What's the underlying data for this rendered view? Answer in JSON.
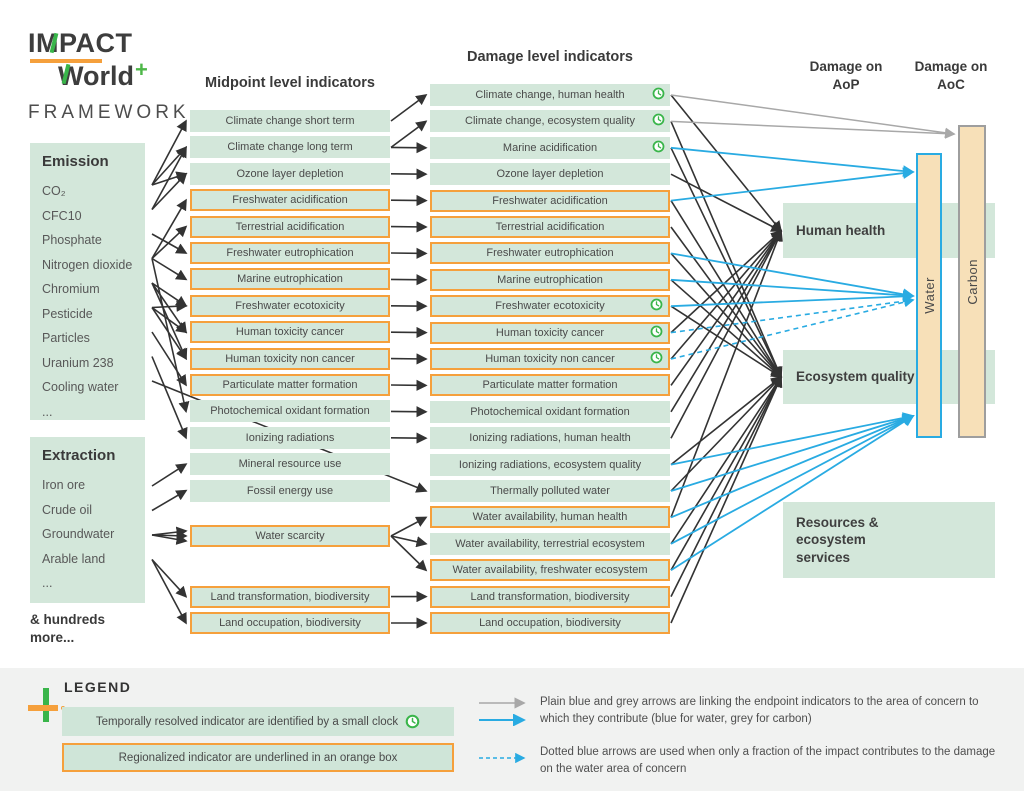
{
  "logo": {
    "line1": "IMPACT",
    "line2": "World",
    "plus": "+",
    "subtitle": "FRAMEWORK"
  },
  "headers": {
    "midpoint": "Midpoint level indicators",
    "damage": "Damage level indicators",
    "aop": "Damage on AoP",
    "aoc": "Damage on AoC"
  },
  "emission": {
    "title": "Emission",
    "items": [
      "CO₂",
      "CFC10",
      "Phosphate",
      "Nitrogen dioxide",
      "Chromium",
      "Pesticide",
      "Particles",
      "Uranium 238",
      "Cooling water",
      "..."
    ]
  },
  "extraction": {
    "title": "Extraction",
    "items": [
      "Iron ore",
      "Crude oil",
      "Groundwater",
      "Arable land",
      "..."
    ],
    "footnote": "& hundreds more..."
  },
  "midpoint_rows": [
    {
      "label": "Climate change short term",
      "regionalized": false
    },
    {
      "label": "Climate change long term",
      "regionalized": false
    },
    {
      "label": "Ozone layer depletion",
      "regionalized": false
    },
    {
      "label": "Freshwater acidification",
      "regionalized": true
    },
    {
      "label": "Terrestrial acidification",
      "regionalized": true
    },
    {
      "label": "Freshwater eutrophication",
      "regionalized": true
    },
    {
      "label": "Marine eutrophication",
      "regionalized": true
    },
    {
      "label": "Freshwater ecotoxicity",
      "regionalized": true
    },
    {
      "label": "Human toxicity cancer",
      "regionalized": true
    },
    {
      "label": "Human toxicity non cancer",
      "regionalized": true
    },
    {
      "label": "Particulate matter formation",
      "regionalized": true
    },
    {
      "label": "Photochemical oxidant formation",
      "regionalized": false
    },
    {
      "label": "Ionizing radiations",
      "regionalized": false
    },
    {
      "label": "Mineral resource use",
      "regionalized": false
    },
    {
      "label": "Fossil energy use",
      "regionalized": false
    },
    {
      "label": "Water scarcity",
      "regionalized": true
    },
    {
      "label": "Land transformation, biodiversity",
      "regionalized": true
    },
    {
      "label": "Land occupation, biodiversity",
      "regionalized": true
    }
  ],
  "damage_rows": [
    {
      "label": "Climate change, human health",
      "regionalized": false,
      "clock": true
    },
    {
      "label": "Climate change, ecosystem quality",
      "regionalized": false,
      "clock": true
    },
    {
      "label": "Marine acidification",
      "regionalized": false,
      "clock": true
    },
    {
      "label": "Ozone layer depletion",
      "regionalized": false,
      "clock": false
    },
    {
      "label": "Freshwater acidification",
      "regionalized": true,
      "clock": false
    },
    {
      "label": "Terrestrial acidification",
      "regionalized": true,
      "clock": false
    },
    {
      "label": "Freshwater eutrophication",
      "regionalized": true,
      "clock": false
    },
    {
      "label": "Marine eutrophication",
      "regionalized": true,
      "clock": false
    },
    {
      "label": "Freshwater ecotoxicity",
      "regionalized": true,
      "clock": true
    },
    {
      "label": "Human toxicity cancer",
      "regionalized": true,
      "clock": true
    },
    {
      "label": "Human toxicity non cancer",
      "regionalized": true,
      "clock": true
    },
    {
      "label": "Particulate matter formation",
      "regionalized": true,
      "clock": false
    },
    {
      "label": "Photochemical oxidant formation",
      "regionalized": false,
      "clock": false
    },
    {
      "label": "Ionizing radiations, human health",
      "regionalized": false,
      "clock": false
    },
    {
      "label": "Ionizing radiations, ecosystem quality",
      "regionalized": false,
      "clock": false
    },
    {
      "label": "Thermally polluted water",
      "regionalized": false,
      "clock": false
    },
    {
      "label": "Water availability, human health",
      "regionalized": true,
      "clock": false
    },
    {
      "label": "Water availability, terrestrial ecosystem",
      "regionalized": false,
      "clock": false
    },
    {
      "label": "Water availability, freshwater ecosystem",
      "regionalized": true,
      "clock": false
    },
    {
      "label": "Land transformation, biodiversity",
      "regionalized": true,
      "clock": false
    },
    {
      "label": "Land occupation, biodiversity",
      "regionalized": true,
      "clock": false
    }
  ],
  "aop": {
    "human_health": "Human health",
    "ecosystem_quality": "Ecosystem quality",
    "resources": "Resources & ecosystem services"
  },
  "aoc": {
    "water": "Water",
    "carbon": "Carbon"
  },
  "legend": {
    "title": "LEGEND",
    "temporal": "Temporally resolved indicator are identified by a small clock",
    "regional": "Regionalized indicator are underlined in an orange box",
    "plain_arrows": "Plain blue and grey arrows are linking the endpoint indicators to the area of concern to which they contribute (blue for water, grey for carbon)",
    "dotted_arrows": "Dotted blue arrows are used when only a fraction of the impact contributes to the damage on the water area of concern"
  },
  "colors": {
    "box_green": "#d3e7da",
    "orange": "#f5a03c",
    "blue": "#29abe2",
    "grey_arrow": "#a8a8a8",
    "black_arrow": "#333333",
    "wheat": "#f7e0b8",
    "clock_green": "#39b54a"
  },
  "links": {
    "emission_to_midpoint": [
      [
        0,
        0
      ],
      [
        0,
        1
      ],
      [
        0,
        2
      ],
      [
        1,
        1
      ],
      [
        1,
        2
      ],
      [
        2,
        5
      ],
      [
        3,
        3
      ],
      [
        3,
        4
      ],
      [
        3,
        6
      ],
      [
        3,
        11
      ],
      [
        4,
        7
      ],
      [
        4,
        8
      ],
      [
        4,
        9
      ],
      [
        5,
        7
      ],
      [
        5,
        8
      ],
      [
        5,
        9
      ],
      [
        6,
        10
      ],
      [
        7,
        12
      ]
    ],
    "emission_to_damage": [
      [
        8,
        15
      ]
    ],
    "extraction_to_midpoint": [
      [
        0,
        13,
        0
      ],
      [
        1,
        14,
        0
      ],
      [
        2,
        15,
        -5
      ],
      [
        2,
        15,
        0
      ],
      [
        2,
        15,
        5
      ],
      [
        3,
        16,
        0
      ],
      [
        3,
        17,
        0
      ]
    ],
    "midpoint_to_damage": [
      [
        0,
        0
      ],
      [
        1,
        1
      ],
      [
        1,
        2
      ],
      [
        2,
        3
      ],
      [
        3,
        4
      ],
      [
        4,
        5
      ],
      [
        5,
        6
      ],
      [
        6,
        7
      ],
      [
        7,
        8
      ],
      [
        8,
        9
      ],
      [
        9,
        10
      ],
      [
        10,
        11
      ],
      [
        11,
        12
      ],
      [
        12,
        13
      ],
      [
        15,
        16
      ],
      [
        15,
        17
      ],
      [
        15,
        18
      ],
      [
        16,
        19
      ],
      [
        17,
        20
      ]
    ],
    "damage_to_human_health": [
      0,
      3,
      9,
      10,
      11,
      12,
      13,
      16
    ],
    "damage_to_ecosystem_quality": [
      1,
      2,
      4,
      5,
      6,
      7,
      8,
      14,
      15,
      17,
      18,
      19,
      20
    ],
    "damage_to_carbon": [
      0,
      1
    ],
    "damage_to_water_top": [
      2,
      4
    ],
    "damage_to_water_mid_solid": [
      6,
      7,
      8
    ],
    "damage_to_water_mid_dashed": [
      9,
      10
    ],
    "damage_to_water_bottom": [
      14,
      15,
      16,
      17,
      18
    ]
  }
}
